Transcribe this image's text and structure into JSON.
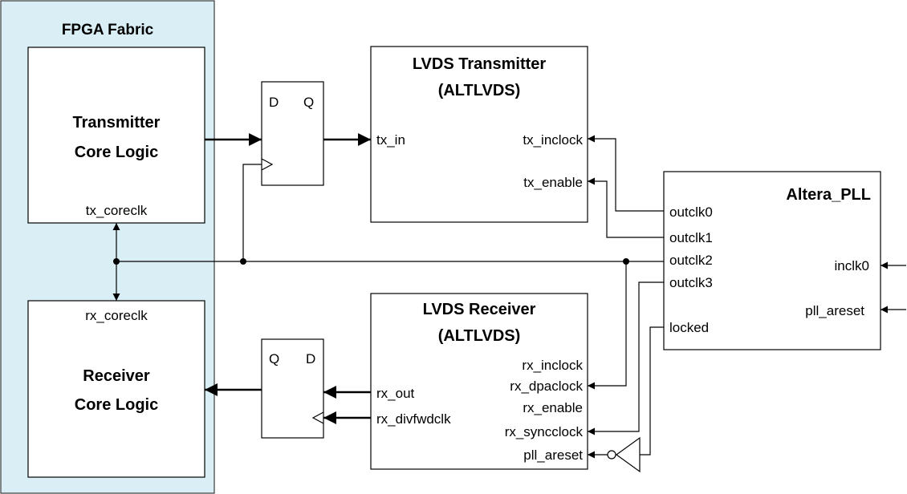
{
  "fabric": {
    "title": "FPGA Fabric"
  },
  "tx_core": {
    "line1": "Transmitter",
    "line2": "Core Logic",
    "clock_port": "tx_coreclk"
  },
  "rx_core": {
    "line1": "Receiver",
    "line2": "Core Logic",
    "clock_port": "rx_coreclk"
  },
  "tx_ff": {
    "d": "D",
    "q": "Q"
  },
  "rx_ff": {
    "q": "Q",
    "d": "D"
  },
  "lvds_tx": {
    "title1": "LVDS Transmitter",
    "title2": "(ALTLVDS)",
    "ports": {
      "tx_in": "tx_in",
      "tx_inclock": "tx_inclock",
      "tx_enable": "tx_enable"
    }
  },
  "lvds_rx": {
    "title1": "LVDS Receiver",
    "title2": "(ALTLVDS)",
    "ports": {
      "rx_out": "rx_out",
      "rx_divfwdclk": "rx_divfwdclk",
      "rx_inclock": "rx_inclock",
      "rx_dpaclock": "rx_dpaclock",
      "rx_enable": "rx_enable",
      "rx_syncclock": "rx_syncclock",
      "pll_areset": "pll_areset"
    }
  },
  "pll": {
    "title": "Altera_PLL",
    "outputs": {
      "outclk0": "outclk0",
      "outclk1": "outclk1",
      "outclk2": "outclk2",
      "outclk3": "outclk3",
      "locked": "locked"
    },
    "inputs": {
      "inclk0": "inclk0",
      "pll_areset": "pll_areset"
    }
  },
  "colors": {
    "fabric_fill": "#d9eef5",
    "fabric_border": "#3a3a3a",
    "line": "#000000"
  }
}
